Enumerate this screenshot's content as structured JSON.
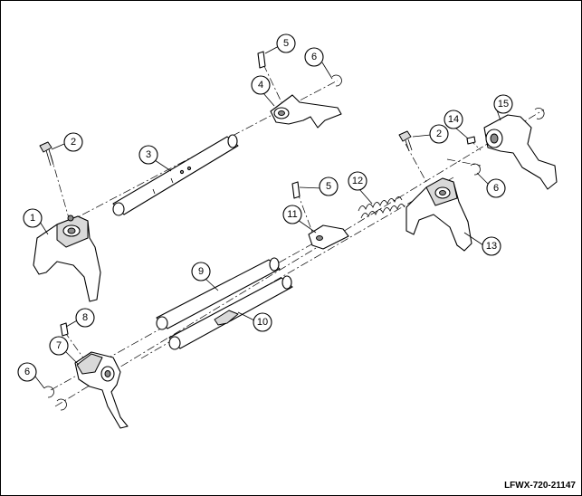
{
  "drawing_code": "LFWX-720-21147",
  "callouts": {
    "c1": "1",
    "c2a": "2",
    "c2b": "2",
    "c3": "3",
    "c4": "4",
    "c5a": "5",
    "c5b": "5",
    "c6a": "6",
    "c6b": "6",
    "c6c": "6",
    "c7": "7",
    "c8": "8",
    "c9": "9",
    "c10": "10",
    "c11": "11",
    "c12": "12",
    "c13": "13",
    "c14": "14",
    "c15": "15"
  }
}
